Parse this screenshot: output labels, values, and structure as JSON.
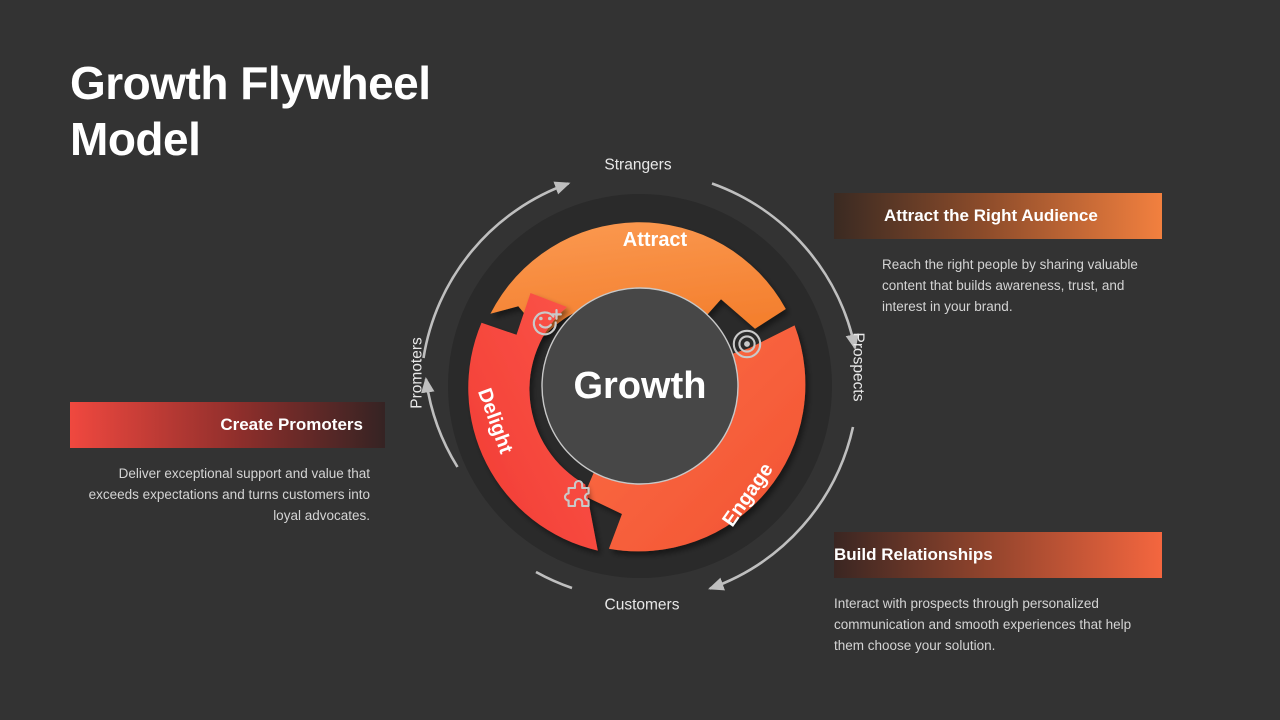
{
  "slide": {
    "background_color": "#333333",
    "title": "Growth Flywheel Model"
  },
  "flywheel": {
    "center_label": "Growth",
    "segments": [
      {
        "key": "attract",
        "label": "Attract",
        "color": "#F98A44",
        "icon": "target-icon"
      },
      {
        "key": "engage",
        "label": "Engage",
        "color": "#F9603F",
        "icon": "puzzle-piece-icon"
      },
      {
        "key": "delight",
        "label": "Delight",
        "color": "#FA4B40",
        "icon": "add-reaction-icon"
      }
    ],
    "stage_labels": {
      "top": "Strangers",
      "right": "Prospects",
      "bottom": "Customers",
      "left": "Promoters"
    },
    "colors": {
      "disc": "#2A2A2A",
      "hub": "#474747",
      "hub_border": "#C8C8C8",
      "arrow": "#BFBFBF"
    }
  },
  "panels": {
    "attract": {
      "title": "Attract the Right Audience",
      "body": "Reach the right people by sharing valuable content that builds awareness, trust, and interest in your brand.",
      "accent_color": "#F2803F"
    },
    "engage": {
      "title": "Build Relationships",
      "body": "Interact with prospects through personalized communication and smooth experiences that help them choose your solution.",
      "accent_color": "#F4663F"
    },
    "promoters": {
      "title": "Create Promoters",
      "body": "Deliver exceptional support and value that exceeds expectations and turns customers into loyal advocates.",
      "accent_color": "#F0483F"
    }
  }
}
